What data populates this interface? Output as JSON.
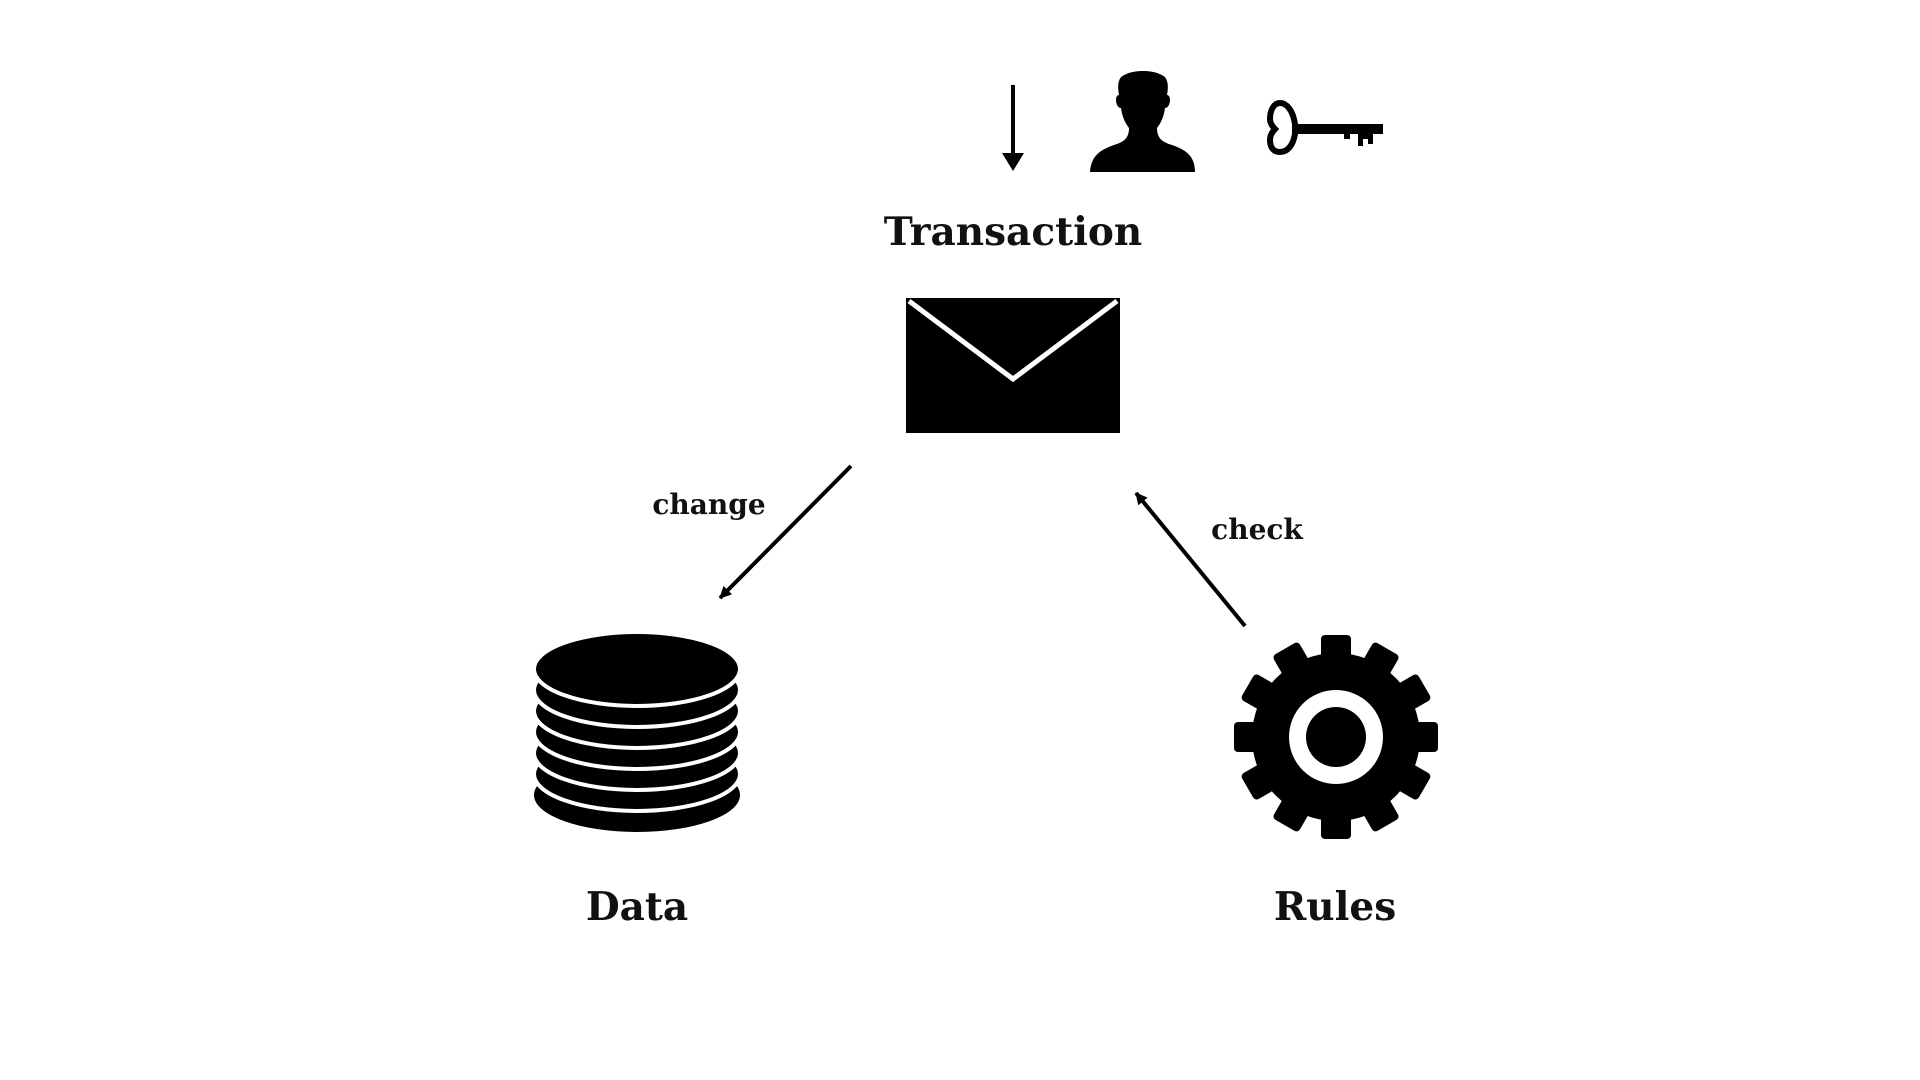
{
  "diagram": {
    "nodes": {
      "transaction": {
        "label": "Transaction",
        "icon": "envelope-icon"
      },
      "data": {
        "label": "Data",
        "icon": "database-icon"
      },
      "rules": {
        "label": "Rules",
        "icon": "gear-icon"
      }
    },
    "edges": [
      {
        "from": "transaction",
        "to": "data",
        "label": "change"
      },
      {
        "from": "rules",
        "to": "transaction",
        "label": "check"
      }
    ],
    "transaction_inputs": [
      {
        "icon": "arrow-down-icon"
      },
      {
        "icon": "user-icon"
      },
      {
        "icon": "key-icon"
      }
    ],
    "colors": {
      "ink": "#000000",
      "background": "#ffffff"
    }
  }
}
